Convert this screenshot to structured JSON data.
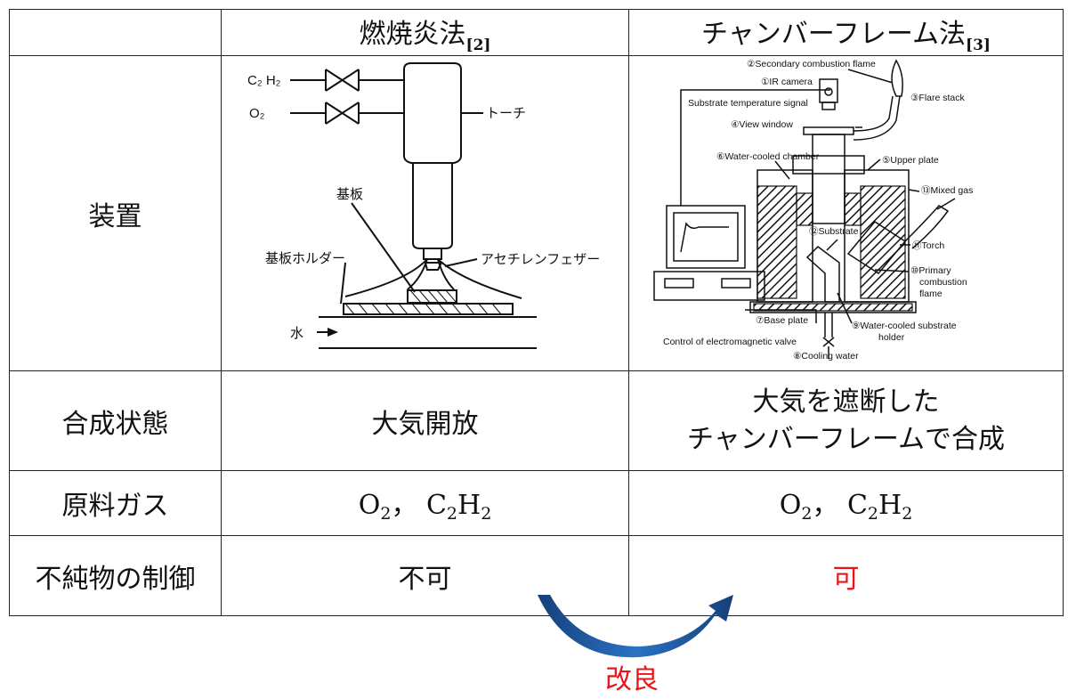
{
  "header": {
    "col1": "燃焼炎法",
    "col1_ref": "[2]",
    "col2": "チャンバーフレーム法",
    "col2_ref": "[3]"
  },
  "rows": {
    "apparatus": {
      "label": "装置"
    },
    "synthesis": {
      "label": "合成状態",
      "col1": "大気開放",
      "col2_line1": "大気を遮断した",
      "col2_line2": "チャンバーフレームで合成"
    },
    "gas": {
      "label": "原料ガス",
      "col1": "O",
      "col1_sub1": "2",
      "col1_mid": "， C",
      "col1_sub2": "2",
      "col1_h": "H",
      "col1_sub3": "2",
      "col2": "O",
      "col2_sub1": "2",
      "col2_mid": "， C",
      "col2_sub2": "2",
      "col2_h": "H",
      "col2_sub3": "2"
    },
    "impurity": {
      "label": "不純物の制御",
      "col1": "不可",
      "col2": "可"
    }
  },
  "diagram1": {
    "c2h2": "C₂ H₂",
    "o2": "O₂",
    "torch": "トーチ",
    "substrate": "基板",
    "holder": "基板ホルダー",
    "feather": "アセチレンフェザー",
    "water": "水"
  },
  "diagram2": {
    "secondary_flame": "②Secondary combustion flame",
    "ir_camera": "①IR camera",
    "flare_stack": "③Flare stack",
    "temp_signal": "Substrate temperature signal",
    "view_window": "④View window",
    "chamber": "⑥Water-cooled chamber",
    "upper_plate": "⑤Upper plate",
    "mixed_gas": "⑬Mixed gas",
    "substrate": "⑫Substrate",
    "torch": "⑪Torch",
    "primary_flame_1": "⑩Primary",
    "primary_flame_2": "combustion",
    "primary_flame_3": "flame",
    "base_plate": "⑦Base plate",
    "holder_1": "⑨Water-cooled substrate",
    "holder_2": "holder",
    "valve": "Control of electromagnetic valve",
    "cooling": "⑧Cooling water"
  },
  "annotation": {
    "improvement": "改良"
  },
  "colors": {
    "accent_red": "#e8141a",
    "arrow_blue": "#1f5fa8"
  }
}
